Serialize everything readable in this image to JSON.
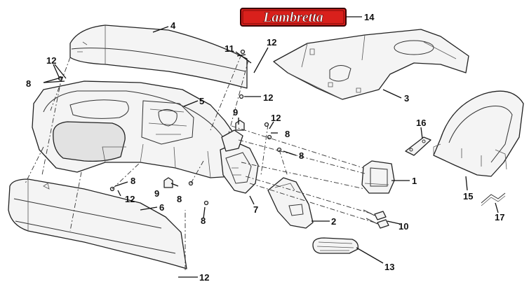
{
  "brand_logo": {
    "text": "Lambretta",
    "fill_color": "#d9201c",
    "outline_color": "#3a0000"
  },
  "callouts": {
    "c1": "1",
    "c2": "2",
    "c3": "3",
    "c4": "4",
    "c5": "5",
    "c6": "6",
    "c7": "7",
    "c8": "8",
    "c9": "9",
    "c10": "10",
    "c11": "11",
    "c12": "12",
    "c13": "13",
    "c14": "14",
    "c15": "15",
    "c16": "16",
    "c17": "17"
  },
  "colors": {
    "line": "#222222",
    "part_fill": "#f4f4f4",
    "background": "#ffffff"
  }
}
